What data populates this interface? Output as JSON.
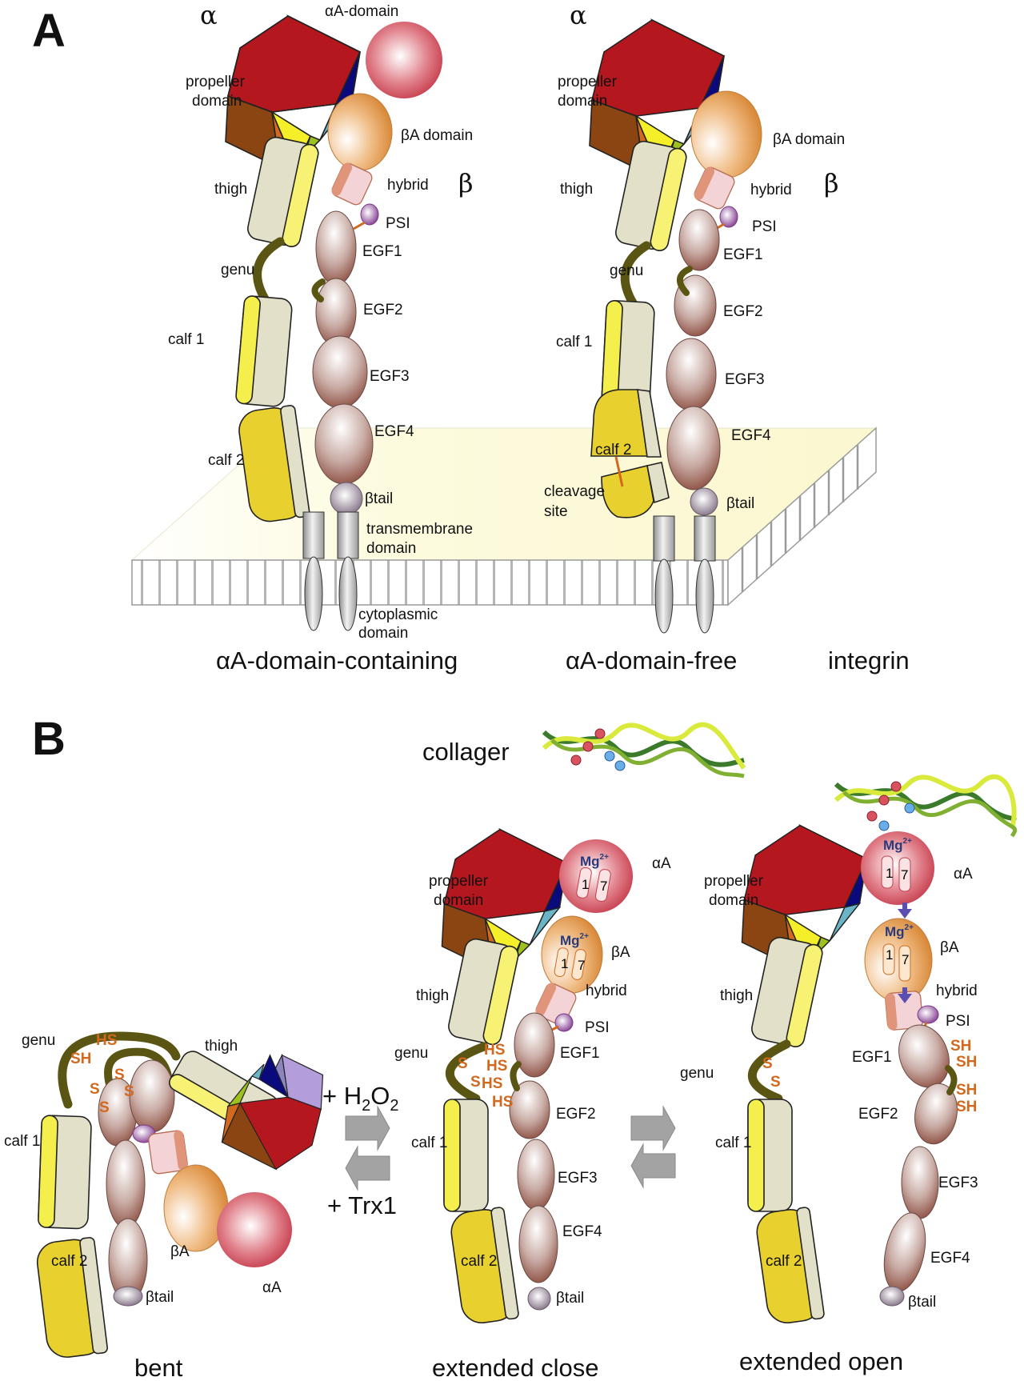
{
  "figure": {
    "panel_a": {
      "letter": "A",
      "alpha_symbol": "α",
      "beta_symbol": "β",
      "left_integrin": {
        "aA_domain_label": "αA-domain",
        "propeller_label_1": "propeller",
        "propeller_label_2": "domain",
        "bA_label": "βA domain",
        "hybrid_label": "hybrid",
        "psi_label": "PSI",
        "thigh_label": "thigh",
        "genu_label": "genu",
        "egf1_label": "EGF1",
        "egf2_label": "EGF2",
        "egf3_label": "EGF3",
        "egf4_label": "EGF4",
        "calf1_label": "calf 1",
        "calf2_label": "calf 2",
        "btail_label": "βtail",
        "transmembrane_label_1": "transmembrane",
        "transmembrane_label_2": "domain",
        "cytoplasmic_label_1": "cytoplasmic",
        "cytoplasmic_label_2": "domain",
        "caption": "αA-domain-containing"
      },
      "right_integrin": {
        "propeller_label_1": "propeller",
        "propeller_label_2": "domain",
        "bA_label": "βA domain",
        "hybrid_label": "hybrid",
        "psi_label": "PSI",
        "thigh_label": "thigh",
        "genu_label": "genu",
        "egf1_label": "EGF1",
        "egf2_label": "EGF2",
        "egf3_label": "EGF3",
        "egf4_label": "EGF4",
        "calf1_label": "calf 1",
        "calf2_label": "calf 2",
        "btail_label": "βtail",
        "cleavage_label_1": "cleavage",
        "cleavage_label_2": "site",
        "caption": "αA-domain-free"
      },
      "integrin_caption": "integrin"
    },
    "panel_b": {
      "letter": "B",
      "collagen_label": "collager",
      "reaction_forward": "+ H",
      "reaction_forward_sub1": "2",
      "reaction_forward_mid": "O",
      "reaction_forward_sub2": "2",
      "reaction_reverse": "+ Trx1",
      "bent": {
        "genu_label": "genu",
        "thigh_label": "thigh",
        "calf1_label": "calf 1",
        "calf2_label": "calf 2",
        "bA_label": "βA",
        "aA_label": "αA",
        "btail_label": "βtail",
        "caption": "bent",
        "thiol_labels": [
          "HS",
          "SH",
          "S",
          "S",
          "S",
          "S"
        ]
      },
      "extended_close": {
        "propeller_label_1": "propeller",
        "propeller_label_2": "domain",
        "aA_label": "αA",
        "bA_label": "βA",
        "hybrid_label": "hybrid",
        "psi_label": "PSI",
        "thigh_label": "thigh",
        "genu_label": "genu",
        "egf1_label": "EGF1",
        "egf2_label": "EGF2",
        "egf3_label": "EGF3",
        "egf4_label": "EGF4",
        "calf1_label": "calf 1",
        "calf2_label": "calf 2",
        "btail_label": "βtail",
        "mg_label": "Mg",
        "mg_charge": "2+",
        "helix_1": "1",
        "helix_7": "7",
        "thiol_labels": [
          "HS",
          "HS",
          "S",
          "S",
          "HS",
          "HS"
        ],
        "caption": "extended close"
      },
      "extended_open": {
        "propeller_label_1": "propeller",
        "propeller_label_2": "domain",
        "aA_label": "αA",
        "bA_label": "βA",
        "hybrid_label": "hybrid",
        "psi_label": "PSI",
        "thigh_label": "thigh",
        "genu_label": "genu",
        "egf1_label": "EGF1",
        "egf2_label": "EGF2",
        "egf3_label": "EGF3",
        "egf4_label": "EGF4",
        "calf1_label": "calf 1",
        "calf2_label": "calf 2",
        "btail_label": "βtail",
        "mg_label": "Mg",
        "mg_charge": "2+",
        "helix_1": "1",
        "helix_7": "7",
        "thiol_labels": [
          "S",
          "S",
          "SH",
          "SH",
          "SH",
          "SH"
        ],
        "caption": "extended open"
      }
    },
    "colors": {
      "propeller_red": "#b5171e",
      "propeller_brown": "#8b4513",
      "propeller_orange": "#d2691e",
      "propeller_yellow": "#f5ef2a",
      "propeller_green": "#9dc21f",
      "propeller_cyan": "#6ab4c8",
      "propeller_navy": "#0b0a7c",
      "propeller_lavender": "#b39ddb",
      "propeller_violet": "#8c86c0",
      "aA_red": "#d9535f",
      "bA_orange": "#e8a05a",
      "hybrid_pink": "#f3d3d6",
      "hybrid_salmon": "#e0957a",
      "egf_mauve": "#b89a92",
      "thigh_cream": "#e2e0c8",
      "thigh_yellow": "#f7f274",
      "calf2_gold": "#e8d02e",
      "genu_olive": "#5b5513",
      "thiol_orange": "#d2691e",
      "mg_navy": "#2b3a7a",
      "membrane_yellow": "#fcfbe0",
      "arrow_gray": "#a3a3a3"
    }
  }
}
